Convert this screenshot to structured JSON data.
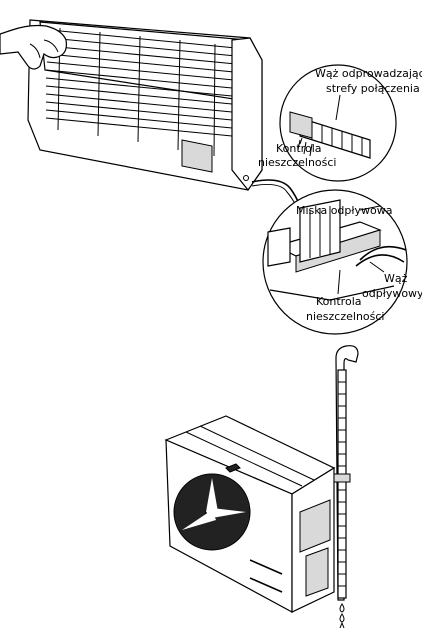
{
  "labels": {
    "hose_joint": [
      "Wąż odprowadzający",
      "strefy połączenia"
    ],
    "leak_check_top": [
      "Kontrola",
      "nieszczelności"
    ],
    "drain_pan": "Miska odpływowa",
    "drain_hose": [
      "Wąż",
      "odpływowy"
    ],
    "leak_check_bottom": [
      "Kontrola",
      "nieszczelności"
    ]
  }
}
